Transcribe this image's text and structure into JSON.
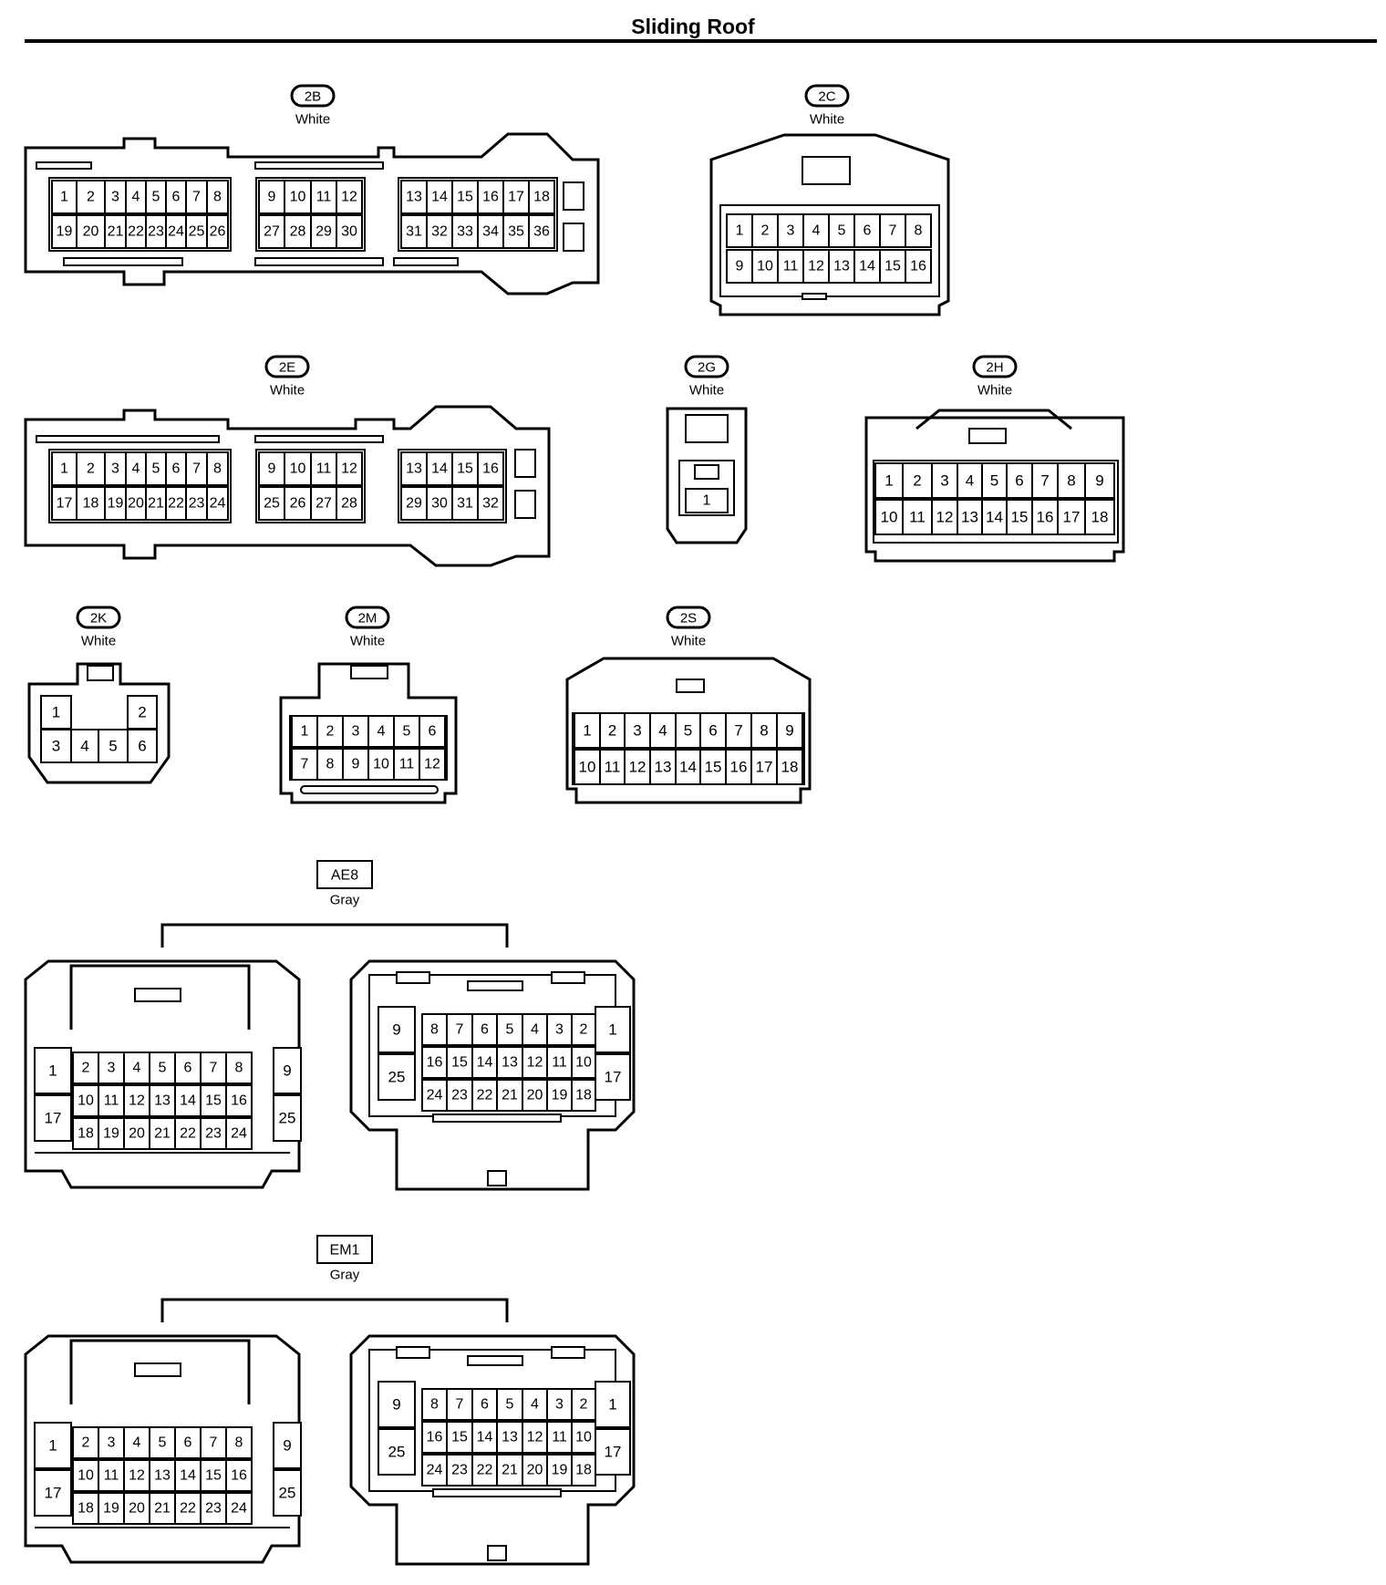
{
  "title": "Sliding Roof",
  "connectors": [
    {
      "id": "2B",
      "color": "White",
      "pins": [
        [
          "1",
          "2",
          "3",
          "4",
          "5",
          "6",
          "7",
          "8",
          "9",
          "10",
          "11",
          "12",
          "13",
          "14",
          "15",
          "16",
          "17",
          "18"
        ],
        [
          "19",
          "20",
          "21",
          "22",
          "23",
          "24",
          "25",
          "26",
          "27",
          "28",
          "29",
          "30",
          "31",
          "32",
          "33",
          "34",
          "35",
          "36"
        ]
      ]
    },
    {
      "id": "2C",
      "color": "White",
      "pins": [
        [
          "1",
          "2",
          "3",
          "4",
          "5",
          "6",
          "7",
          "8"
        ],
        [
          "9",
          "10",
          "11",
          "12",
          "13",
          "14",
          "15",
          "16"
        ]
      ]
    },
    {
      "id": "2E",
      "color": "White",
      "pins": [
        [
          "1",
          "2",
          "3",
          "4",
          "5",
          "6",
          "7",
          "8",
          "9",
          "10",
          "11",
          "12",
          "13",
          "14",
          "15",
          "16"
        ],
        [
          "17",
          "18",
          "19",
          "20",
          "21",
          "22",
          "23",
          "24",
          "25",
          "26",
          "27",
          "28",
          "29",
          "30",
          "31",
          "32"
        ]
      ]
    },
    {
      "id": "2G",
      "color": "White",
      "pins": [
        [
          "1"
        ]
      ]
    },
    {
      "id": "2H",
      "color": "White",
      "pins": [
        [
          "1",
          "2",
          "3",
          "4",
          "5",
          "6",
          "7",
          "8",
          "9"
        ],
        [
          "10",
          "11",
          "12",
          "13",
          "14",
          "15",
          "16",
          "17",
          "18"
        ]
      ]
    },
    {
      "id": "2K",
      "color": "White",
      "pins": [
        [
          "1",
          "2"
        ],
        [
          "3",
          "4",
          "5",
          "6"
        ]
      ]
    },
    {
      "id": "2M",
      "color": "White",
      "pins": [
        [
          "1",
          "2",
          "3",
          "4",
          "5",
          "6"
        ],
        [
          "7",
          "8",
          "9",
          "10",
          "11",
          "12"
        ]
      ]
    },
    {
      "id": "2S",
      "color": "White",
      "pins": [
        [
          "1",
          "2",
          "3",
          "4",
          "5",
          "6",
          "7",
          "8",
          "9"
        ],
        [
          "10",
          "11",
          "12",
          "13",
          "14",
          "15",
          "16",
          "17",
          "18"
        ]
      ]
    },
    {
      "id": "AE8",
      "color": "Gray",
      "pins": {
        "left": [
          "1",
          "17"
        ],
        "right": [
          "9",
          "25"
        ],
        "rows": [
          [
            "2",
            "3",
            "4",
            "5",
            "6",
            "7",
            "8"
          ],
          [
            "10",
            "11",
            "12",
            "13",
            "14",
            "15",
            "16"
          ],
          [
            "18",
            "19",
            "20",
            "21",
            "22",
            "23",
            "24"
          ]
        ]
      }
    },
    {
      "id": "EM1",
      "color": "Gray",
      "pins": {
        "left": [
          "1",
          "17"
        ],
        "right": [
          "9",
          "25"
        ],
        "rows": [
          [
            "2",
            "3",
            "4",
            "5",
            "6",
            "7",
            "8"
          ],
          [
            "10",
            "11",
            "12",
            "13",
            "14",
            "15",
            "16"
          ],
          [
            "18",
            "19",
            "20",
            "21",
            "22",
            "23",
            "24"
          ]
        ]
      }
    }
  ]
}
